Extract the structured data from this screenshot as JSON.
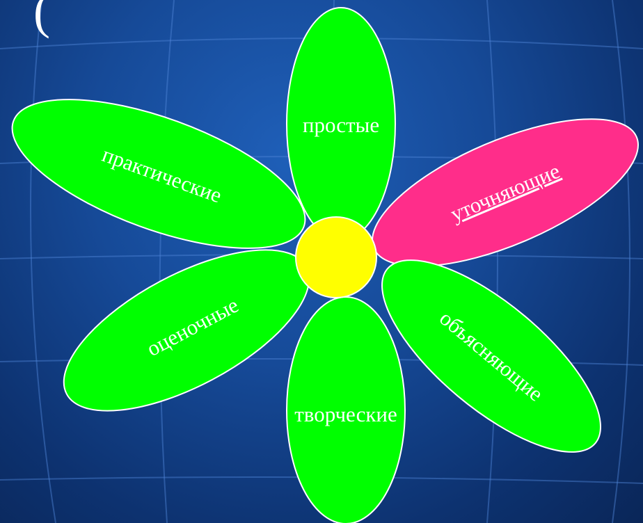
{
  "background": {
    "glyph": "(",
    "colors": {
      "base": "#134a9a",
      "grid": "#4f86d6"
    }
  },
  "flower": {
    "center_color": "#ffff00",
    "petals": [
      {
        "id": "prostye",
        "label": "простые",
        "color": "#00ff00",
        "underline": false
      },
      {
        "id": "utochnyayushchie",
        "label": "уточняющие",
        "color": "#ff2d8a",
        "underline": true
      },
      {
        "id": "obyasnyayushchie",
        "label": "объясняющие",
        "color": "#00ff00",
        "underline": false
      },
      {
        "id": "tvorcheskie",
        "label": "творческие",
        "color": "#00ff00",
        "underline": false
      },
      {
        "id": "otsenochnye",
        "label": "оценочные",
        "color": "#00ff00",
        "underline": false
      },
      {
        "id": "prakticheskie",
        "label": "практические",
        "color": "#00ff00",
        "underline": false
      }
    ]
  }
}
